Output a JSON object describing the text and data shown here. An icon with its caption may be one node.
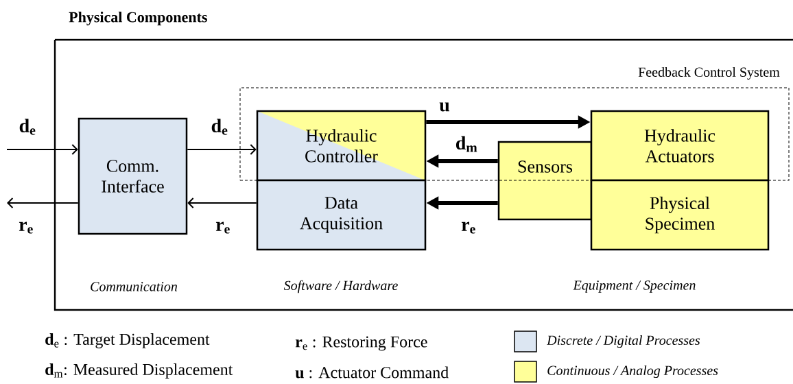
{
  "diagram": {
    "nodes": [
      {
        "text": [
          "Physical Components"
        ]
      },
      {
        "text": [
          "Feedback Control System"
        ],
        "in": 0
      },
      {
        "text": [
          "Comm. Interface"
        ],
        "in": 0
      },
      {
        "text": [
          "Hydraulic Controller"
        ],
        "in": 1
      },
      {
        "text": [
          "Data Acquisition"
        ],
        "in": 0
      },
      {
        "text": [
          "Sensors"
        ],
        "in": 0
      },
      {
        "text": [
          "Hydraulic Actuators"
        ],
        "in": 1
      },
      {
        "text": [
          "Physical Specimen"
        ],
        "in": 0
      }
    ],
    "edges": [
      {
        "from": null,
        "to": 2,
        "arrow": "to",
        "label": "d$_{e}$"
      },
      {
        "from": 2,
        "to": 3,
        "arrow": "to",
        "label": "d$_{e}$"
      },
      {
        "from": 3,
        "to": 6,
        "arrow": "to",
        "label": "u",
        "style": "thick"
      },
      {
        "from": 5,
        "to": 3,
        "arrow": "to",
        "label": "d$_{m}$",
        "style": "thick"
      },
      {
        "from": 5,
        "to": 4,
        "arrow": "to",
        "label": "r$_{e}$",
        "style": "thick"
      },
      {
        "from": 4,
        "to": 2,
        "arrow": "to",
        "label": "r$_{e}$"
      },
      {
        "from": 2,
        "to": null,
        "arrow": "to",
        "label": "r$_{e}$"
      }
    ],
    "labels": [
      "Communication",
      "Software / Hardware",
      "Equipment / Specimen",
      "**d**$_{e}$ : Target Displacement",
      "**r**$_{e}$ : Restoring Force",
      "**d**$_{m}$: Measured Displacement",
      "**u** : Actuator Command"
    ],
    "legend": [
      {
        "text": "Discrete / Digital Processes",
        "color": "#dce6f2"
      },
      {
        "text": "Continuous / Analog Processes",
        "color": "#ffff99"
      }
    ]
  }
}
